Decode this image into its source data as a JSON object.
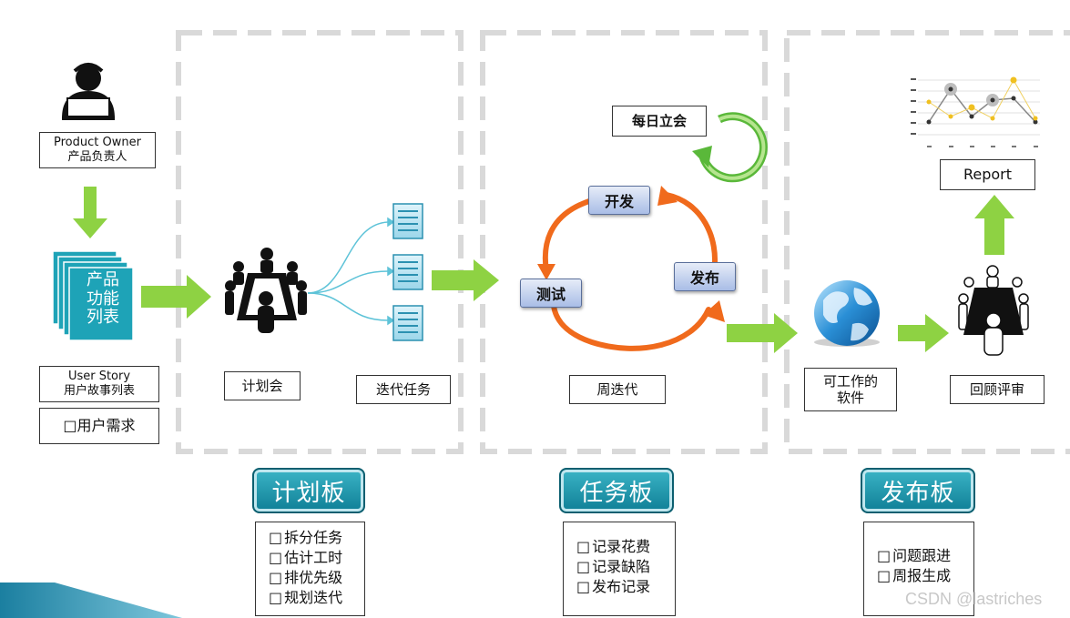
{
  "product_owner": {
    "line1": "Product Owner",
    "line2": "产品负责人"
  },
  "backlog_stack": {
    "line1": "产品",
    "line2": "功能",
    "line3": "列表"
  },
  "user_story": {
    "line1": "User Story",
    "line2": "用户故事列表"
  },
  "user_need": {
    "label": "用户需求"
  },
  "planning_meeting": {
    "label": "计划会"
  },
  "iteration_tasks": {
    "label": "迭代任务"
  },
  "daily_standup": {
    "label": "每日立会"
  },
  "cycle": {
    "develop": "开发",
    "test": "测试",
    "release": "发布"
  },
  "weekly_iteration": {
    "label": "周迭代"
  },
  "working_software": {
    "line1": "可工作的",
    "line2": "软件"
  },
  "review": {
    "label": "回顾评审"
  },
  "report": {
    "label": "Report"
  },
  "boards": [
    {
      "title": "计划板",
      "items": [
        "拆分任务",
        "估计工时",
        "排优先级",
        "规划迭代"
      ]
    },
    {
      "title": "任务板",
      "items": [
        "记录花费",
        "记录缺陷",
        "发布记录"
      ]
    },
    {
      "title": "发布板",
      "items": [
        "问题跟进",
        "周报生成"
      ]
    }
  ],
  "watermark": "CSDN @lastriches",
  "colors": {
    "arrow_green": "#8ed243",
    "cycle_orange": "#f06a1c",
    "board_teal": "#1a94ab",
    "stack_teal": "#1ea3b7"
  }
}
